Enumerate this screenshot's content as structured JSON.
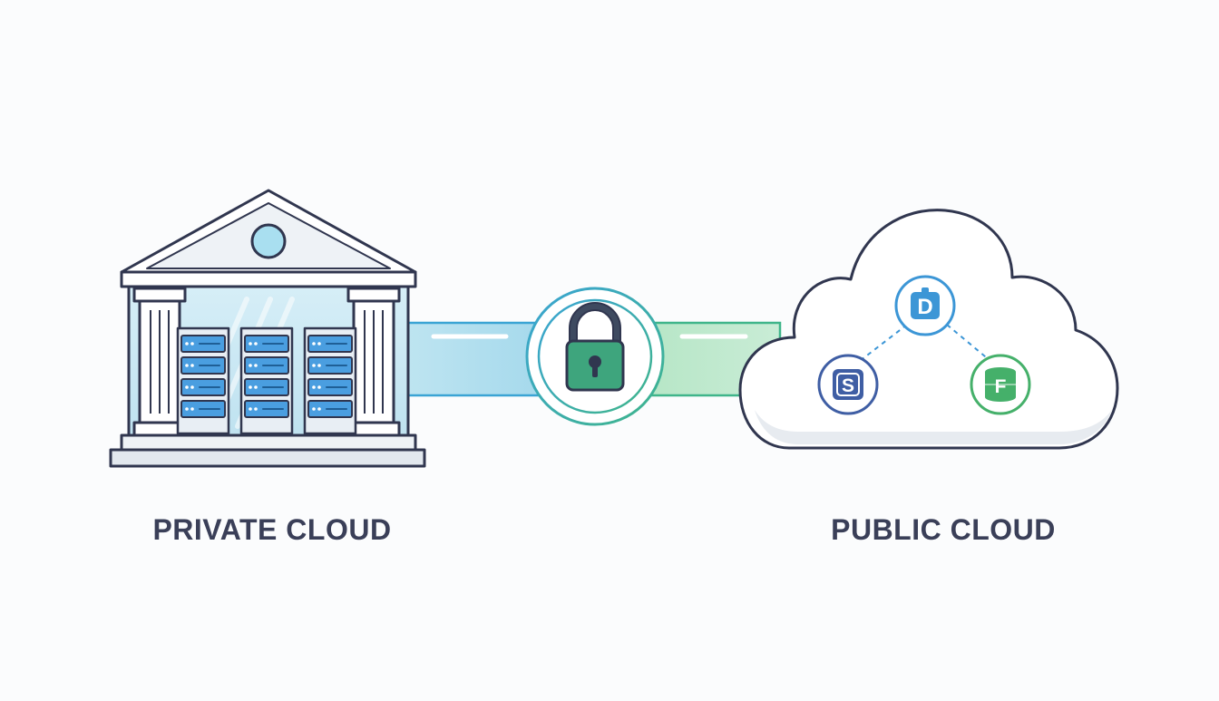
{
  "private_cloud": {
    "label": "PRIVATE CLOUD",
    "server_racks": 3,
    "units_per_rack": 4
  },
  "public_cloud": {
    "label": "PUBLIC CLOUD",
    "services": [
      {
        "letter": "D",
        "color": "#3c96d6"
      },
      {
        "letter": "S",
        "color": "#3f5ea4"
      },
      {
        "letter": "F",
        "color": "#45b06a"
      }
    ]
  },
  "connection": {
    "icon": "padlock-icon",
    "left_color": "#8fd0e8",
    "right_color": "#9fdcb4",
    "lock_color": "#3ea57d"
  },
  "colors": {
    "outline": "#30364f",
    "glass": "#cfe9f4",
    "building": "#eef2f6",
    "server_blue": "#4a9ee0"
  }
}
